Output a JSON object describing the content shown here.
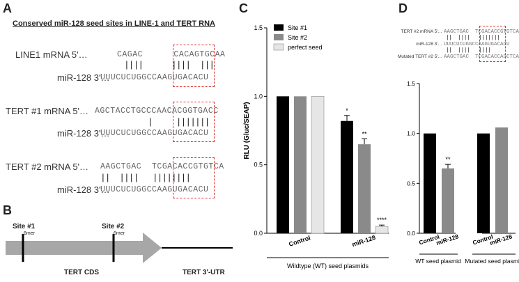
{
  "panelA": {
    "label": "A",
    "title": "Conserved miR-128 seed sites in LINE-1 and TERT RNA",
    "blocks": [
      {
        "top_label": "LINE1 mRNA 5'…",
        "top_seq": "CAGAC      CACAGTGCAA",
        "pairs": "||||      ||||  |||",
        "bottom_label": "miR-128 3'…",
        "bottom_seq": "UUUCUCUGGCCAAGUGACACU"
      },
      {
        "top_label": "TERT #1 mRNA 5'…",
        "top_seq": "AGCTACCTGCCCAACACGGTGACC",
        "pairs": "|     |||||||",
        "bottom_label": "miR-128 3'…",
        "bottom_seq": "UUUCUCUGGCCAAGUGACACU"
      },
      {
        "top_label": "TERT #2 mRNA 5'…",
        "top_seq": "AAGCTGAC  TCGACACCGTGTCA",
        "pairs": "||  ||||   ||||||||",
        "bottom_label": "miR-128 3'…",
        "bottom_seq": "UUUCUCUGGCCAAGUGACACU"
      }
    ]
  },
  "panelB": {
    "label": "B",
    "site1": "Site #1",
    "site1_sub": "6mer",
    "site2": "Site #2",
    "site2_sub": "6mer",
    "cds": "TERT CDS",
    "utr": "TERT 3'-UTR"
  },
  "panelC": {
    "label": "C",
    "group_label": "Wildtype (WT) seed plasmids",
    "colors": {
      "site1": "#000000",
      "site2": "#8a8a8a",
      "perfect": "#e6e6e6"
    }
  },
  "panelD": {
    "label": "D",
    "seq_rows": [
      {
        "label": "TERT #2 mRNA 5'…",
        "seq": "AAGCTGAC  TCGACACCGTGTCA"
      },
      {
        "label": "miR-128 3'…",
        "seq": "UUUCUCUGGCCAAGUGACACU"
      },
      {
        "label": "Mutated TERT #2 5'…",
        "seq": "AAGCTGAC  TCGACACCAGCTCA"
      }
    ],
    "pairs_top": "||  ||||   |||||||",
    "pairs_bottom": "||  ||||   ||||",
    "group_wt": "WT seed plasmid",
    "group_mut": "Mutated seed plasmid"
  },
  "chart_data": [
    {
      "type": "bar",
      "ylabel": "RLU (Gluc/SEAP)",
      "ylim": [
        0,
        1.5
      ],
      "yticks": [
        "0.0",
        "0.5",
        "1.0",
        "1.5"
      ],
      "categories": [
        "Control",
        "miR-128"
      ],
      "series": [
        {
          "name": "Site #1",
          "values": [
            1.0,
            0.82
          ],
          "errors": [
            0,
            0.04
          ]
        },
        {
          "name": "Site #2",
          "values": [
            1.0,
            0.65
          ],
          "errors": [
            0,
            0.04
          ]
        },
        {
          "name": "perfect seed",
          "values": [
            1.0,
            0.05
          ],
          "errors": [
            0,
            0.01
          ]
        }
      ],
      "significance": [
        "",
        "",
        "",
        "*",
        "**",
        "****"
      ],
      "legend_position": "top-left"
    },
    {
      "type": "bar",
      "ylabel": "RLU (Gluc/SEAP)",
      "ylim": [
        0,
        1.5
      ],
      "yticks": [
        "0.0",
        "0.5",
        "1.0",
        "1.5"
      ],
      "categories": [
        "Control",
        "miR-128",
        "Control",
        "miR-128"
      ],
      "values": [
        1.0,
        0.65,
        1.0,
        1.06
      ],
      "errors": [
        0,
        0.04,
        0,
        0
      ],
      "colors": [
        "#000000",
        "#8a8a8a",
        "#000000",
        "#8a8a8a"
      ],
      "significance": [
        "",
        "**",
        "",
        ""
      ]
    }
  ]
}
